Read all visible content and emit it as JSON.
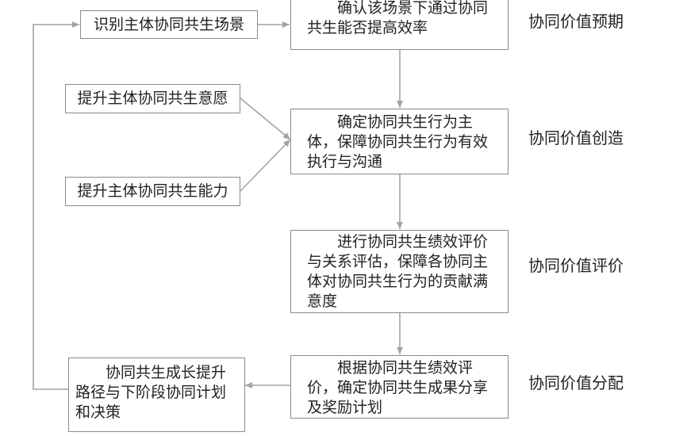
{
  "flow": {
    "identify_scene": "识别主体协同共生场景",
    "confirm_efficiency": "确认该场景下通过协同共生能否提高效率",
    "raise_willingness": "提升主体协同共生意愿",
    "raise_ability": "提升主体协同共生能力",
    "determine_subject": "确定协同共生行为主体，保障协同共生行为有效执行与沟通",
    "performance_eval": "进行协同共生绩效评价与关系评估，保障各协同主体对协同共生行为的贡献满意度",
    "determine_sharing": "根据协同共生绩效评价，确定协同共生成果分享及奖励计划",
    "growth_path": "协同共生成长提升路径与下阶段协同计划和决策"
  },
  "stages": {
    "expectation": "协同价值预期",
    "creation": "协同价值创造",
    "evaluation": "协同价值评价",
    "distribution": "协同价值分配"
  },
  "colors": {
    "line": "#a3a3a3",
    "border": "#8a8a8a",
    "text": "#222222"
  }
}
